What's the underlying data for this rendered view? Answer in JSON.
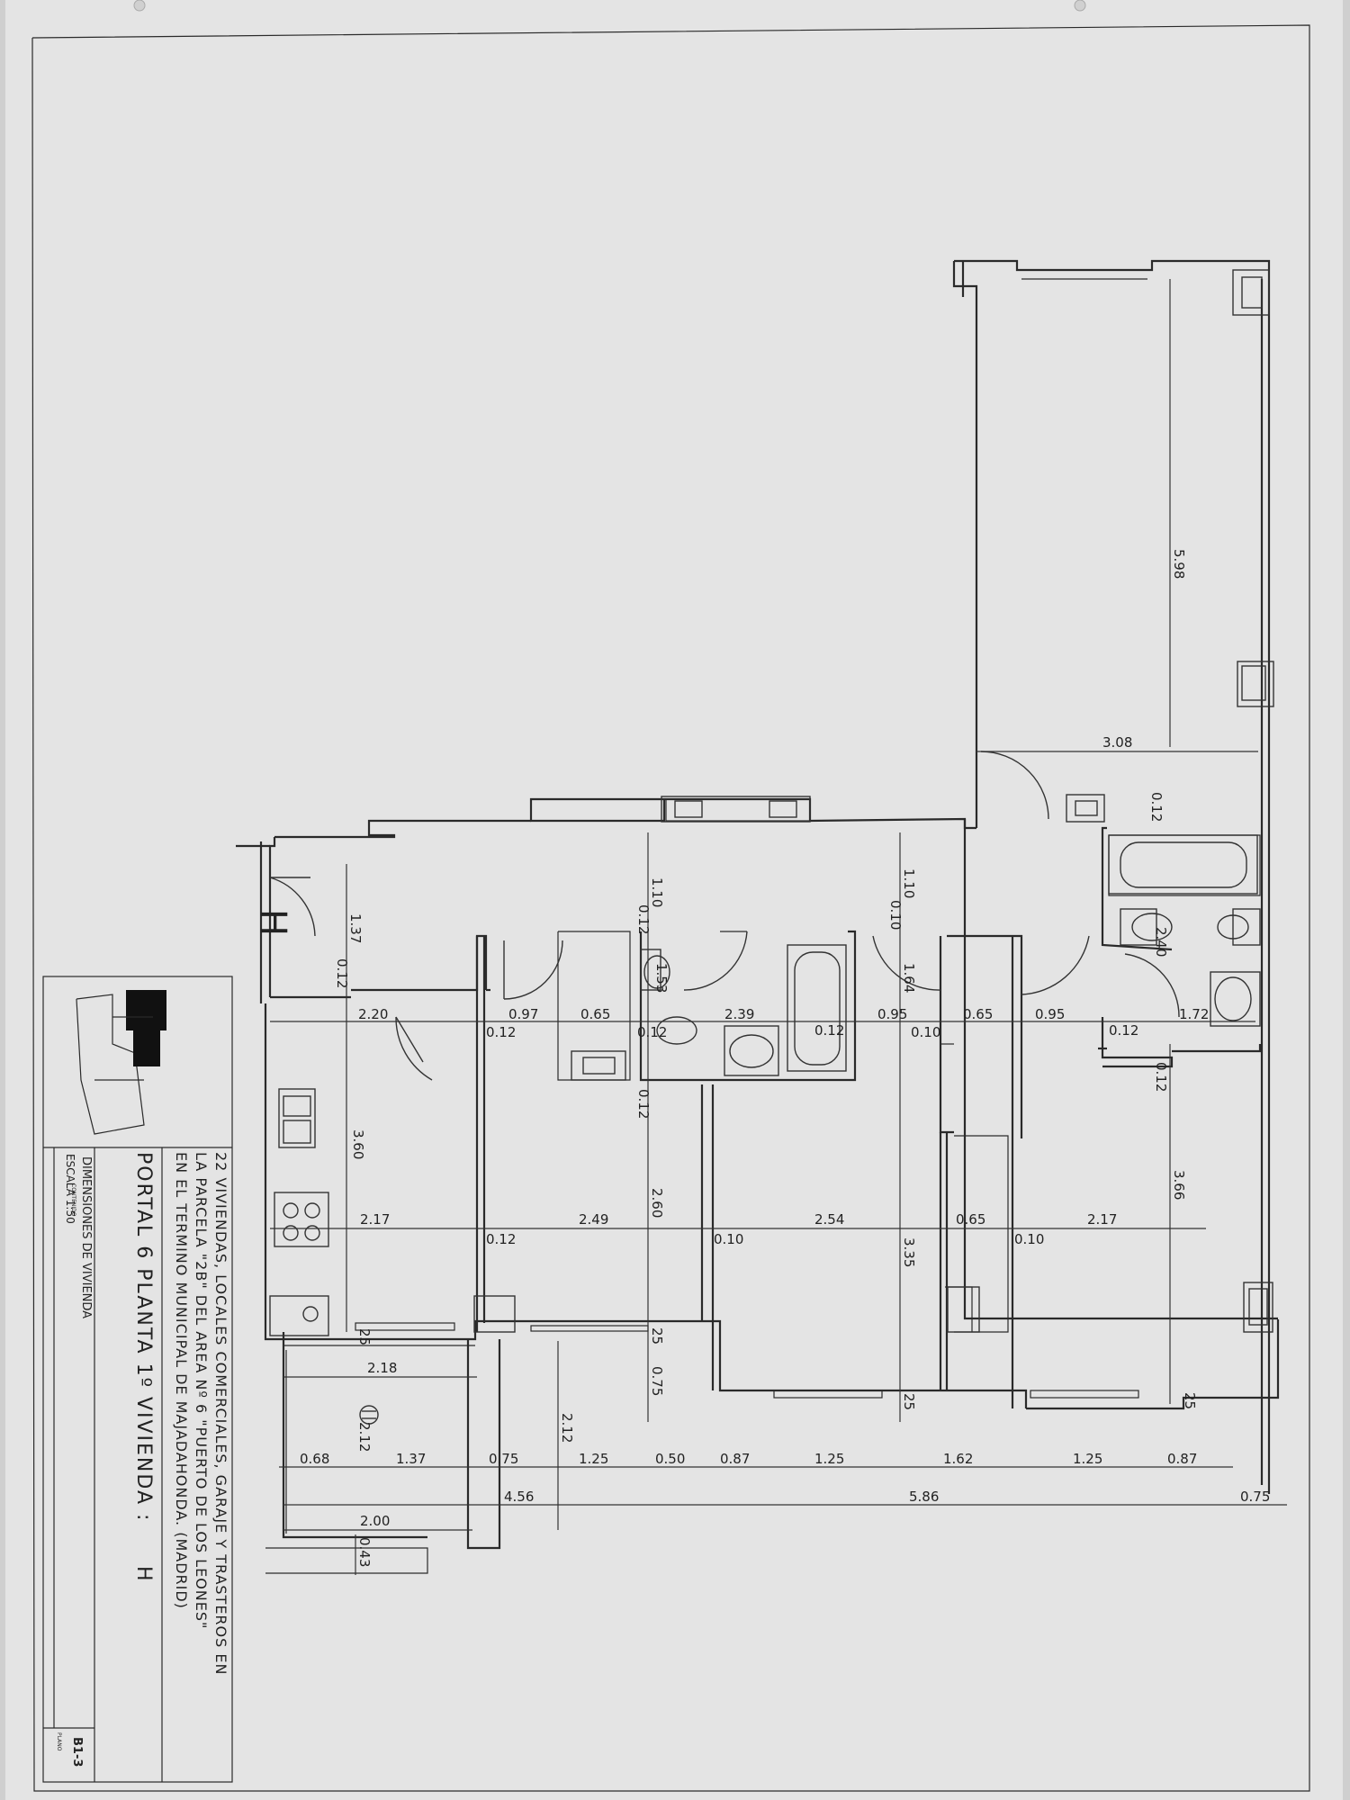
{
  "title_block": {
    "project_lines": [
      "22 VIVIENDAS, LOCALES COMERCIALES, GARAJE Y TRASTEROS EN",
      "LA PARCELA \"2B\" DEL AREA Nº 6 \"PUERTO DE LOS LEONES\"",
      "EN EL TERMINO MUNICIPAL DE MAJADAHONDA. (MADRID)"
    ],
    "portal_line": "PORTAL 6 PLANTA 1º VIVIENDA :",
    "vivienda_letter": "H",
    "scale": "ESCALA 1:50",
    "contenido_label": "CONTENIDO",
    "contenido": "DIMENSIONES DE VIVIENDA",
    "plano_label": "PLANO",
    "plano": "B1-3"
  },
  "entrance_mark": "H",
  "dimensions": {
    "d598": "5.98",
    "d308": "3.08",
    "d012a": "0.12",
    "d110a": "1.10",
    "d110b": "1.10",
    "d012b": "0.12",
    "d010a": "0.10",
    "d240": "2.40",
    "d137a": "1.37",
    "d012c": "0.12",
    "d153": "1.53",
    "d164": "1.64",
    "d220": "2.20",
    "d012d": "0.12",
    "d097": "0.97",
    "d065a": "0.65",
    "d012e": "0.12",
    "d239": "2.39",
    "d012f": "0.12",
    "d095a": "0.95",
    "d010b": "0.10",
    "d065b": "0.65",
    "d095b": "0.95",
    "d012g": "0.12",
    "d172": "1.72",
    "d012h": "0.12",
    "d012i": "0.12",
    "d360": "3.60",
    "d260": "2.60",
    "d366": "3.66",
    "d217a": "2.17",
    "d012j": "0.12",
    "d249": "2.49",
    "d010c": "0.10",
    "d254": "2.54",
    "d065c": "0.65",
    "d010d": "0.10",
    "d217b": "2.17",
    "d335": "3.35",
    "d25a": "25",
    "d25b": "25",
    "d218": "2.18",
    "d075a": "0.75",
    "d212a": "2.12",
    "d212b": "2.12",
    "d25c": "25",
    "d25d": "25",
    "d068": "0.68",
    "d137b": "1.37",
    "d075b": "0.75",
    "d125a": "1.25",
    "d050": "0.50",
    "d087a": "0.87",
    "d125b": "1.25",
    "d162": "1.62",
    "d125c": "1.25",
    "d087b": "0.87",
    "d456": "4.56",
    "d586": "5.86",
    "d075c": "0.75",
    "d200": "2.00",
    "d043": "0.43"
  }
}
